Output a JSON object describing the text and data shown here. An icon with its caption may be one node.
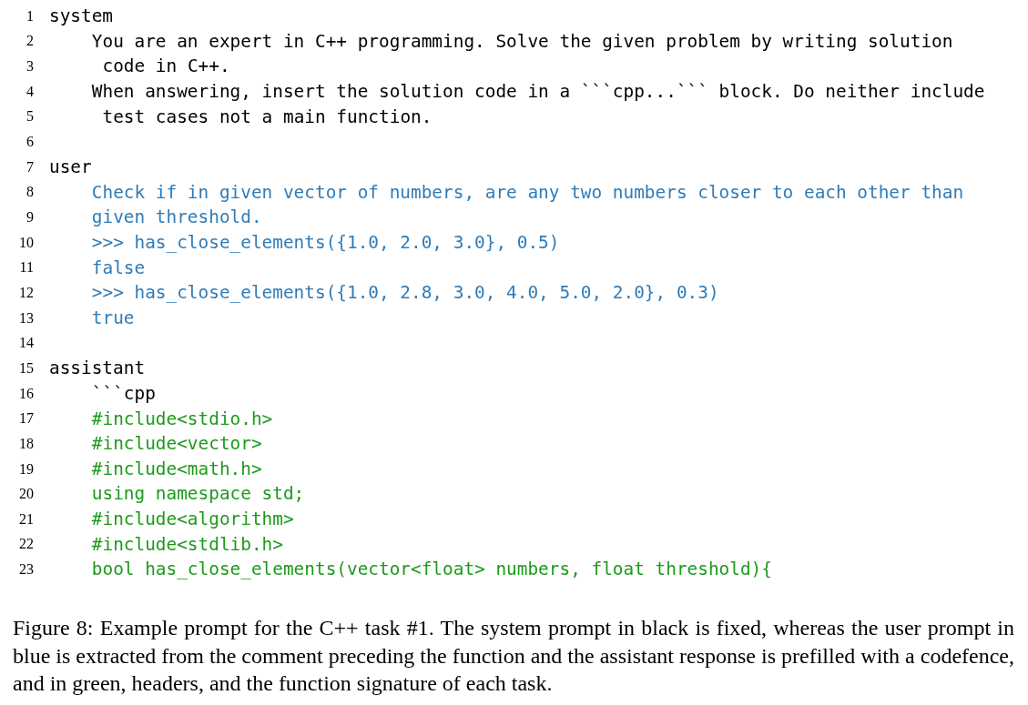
{
  "diagram": {
    "caption": "Figure 8: Example prompt for the C++ task #1. The system prompt in black is fixed, whereas the user prompt in blue is extracted from the comment preceding the function and the assistant response is prefilled with a codefence, and in green, headers, and the function signature of each task.",
    "labels": [
      "1",
      "system",
      "2",
      "You are an expert in C++ programming. Solve the given problem by writing solution",
      "3",
      "code in C++.",
      "4",
      "When answering, insert the solution code in a ```cpp...``` block. Do neither include",
      "5",
      "test cases not a main function.",
      "6",
      "7",
      "user",
      "8",
      "Check if in given vector of numbers, are any two numbers closer to each other than",
      "9",
      "given threshold.",
      "10",
      ">>> has_close_elements({1.0, 2.0, 3.0}, 0.5)",
      "11",
      "false",
      "12",
      ">>> has_close_elements({1.0, 2.8, 3.0, 4.0, 5.0, 2.0}, 0.3)",
      "13",
      "true",
      "14",
      "15",
      "assistant",
      "16",
      "```cpp",
      "17",
      "#include<stdio.h>",
      "18",
      "#include<vector>",
      "19",
      "#include<math.h>",
      "20",
      "using namespace std;",
      "21",
      "#include<algorithm>",
      "22",
      "#include<stdlib.h>",
      "23",
      "bool has_close_elements(vector<float> numbers, float threshold){"
    ]
  }
}
